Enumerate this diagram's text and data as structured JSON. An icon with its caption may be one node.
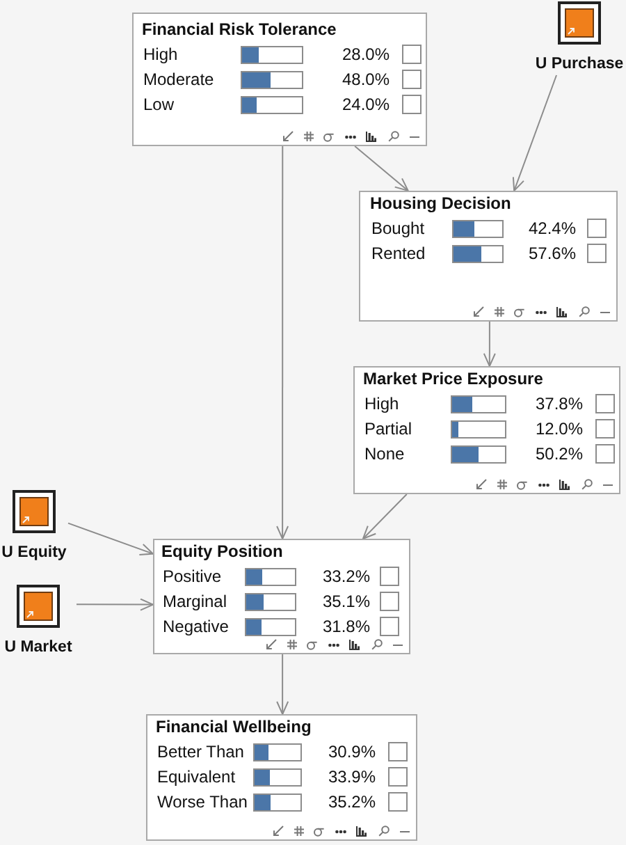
{
  "diagram": {
    "nodes": [
      {
        "text": [
          "Financial Risk Tolerance",
          "High",
          "28.0%",
          "Moderate",
          "48.0%",
          "Low",
          "24.0%"
        ]
      },
      {
        "text": [
          "U Purchase"
        ]
      },
      {
        "text": [
          "Housing Decision",
          "Bought",
          "42.4%",
          "Rented",
          "57.6%"
        ]
      },
      {
        "text": [
          "Market Price Exposure",
          "High",
          "37.8%",
          "Partial",
          "12.0%",
          "None",
          "50.2%"
        ]
      },
      {
        "text": [
          "U Equity"
        ]
      },
      {
        "text": [
          "Equity Position",
          "Positive",
          "33.2%",
          "Marginal",
          "35.1%",
          "Negative",
          "31.8%"
        ]
      },
      {
        "text": [
          "U Market"
        ]
      },
      {
        "text": [
          "Financial Wellbeing",
          "Better Than",
          "30.9%",
          "Equivalent",
          "33.9%",
          "Worse Than",
          "35.2%"
        ]
      }
    ],
    "edges": [
      {
        "from": 0,
        "to": 2,
        "arrow": "to"
      },
      {
        "from": 1,
        "to": 2,
        "arrow": "to"
      },
      {
        "from": 0,
        "to": 5,
        "arrow": "to"
      },
      {
        "from": 2,
        "to": 3,
        "arrow": "to"
      },
      {
        "from": 3,
        "to": 5,
        "arrow": "to"
      },
      {
        "from": 4,
        "to": 5,
        "arrow": "to"
      },
      {
        "from": 6,
        "to": 5,
        "arrow": "to"
      },
      {
        "from": 5,
        "to": 7,
        "arrow": "to"
      }
    ]
  }
}
